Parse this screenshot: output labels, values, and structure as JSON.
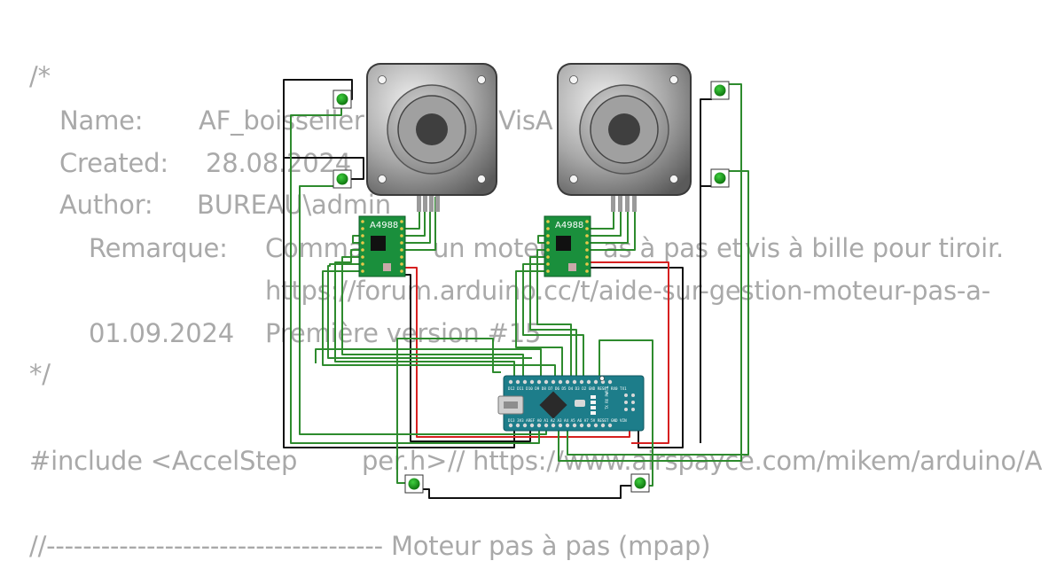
{
  "code_lines": [
    "/*",
    "Name:",
    "AF_boisseller",
    "VisA",
    "Created:",
    "28.08.2024",
    "Author:",
    "BUREAU\\admin",
    "Remarque:",
    "Comman",
    "un moteur",
    "as à pas",
    "et",
    "vis à bille pour tiroir.",
    "https://forum.arduino.cc/t/aide-sur-gestion-moteur-pas-a-",
    "01.09.2024",
    "Première version #15",
    "*/",
    "#include <AccelStep",
    "per.h>",
    "// https://www.airspayce.com/mikem/arduino/A",
    "//------------------------------------- Moteur pas à pas (mpap)"
  ],
  "circuit": {
    "driver_label": "A4988",
    "nano_top_pins": "D12 D11 D10 D9 D8 D7 D6 D5 D4 D3 D2 GND RESET RX0 TX1",
    "nano_bottom_pins": "D13 3V3 AREF A0 A1 A2 A3 A4 A5 A6 A7 5V RESET GND VIN",
    "nano_led_labels": "TX RX PWR L",
    "colors": {
      "green_wire": "#2e8b2e",
      "black_wire": "#111111",
      "red_wire": "#d62020",
      "pcb": "#1d7d8a",
      "driver_pcb": "#1a8f3c"
    }
  }
}
